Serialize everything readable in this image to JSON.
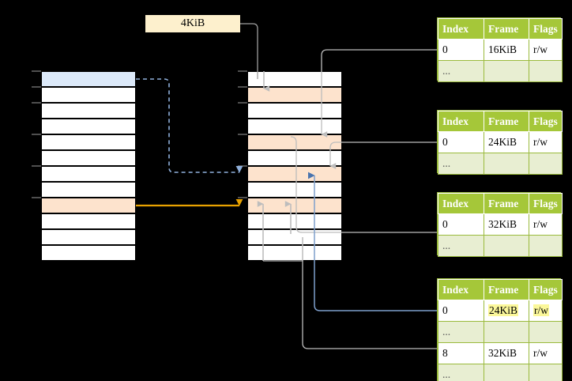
{
  "diagram": {
    "title": "page-table-walk",
    "callout": {
      "label": "4KiB"
    },
    "colors": {
      "header_green": "#a5c739",
      "row_alt_green": "#e8eed2",
      "highlight_blue": "#dce9f9",
      "highlight_peach": "#fde3cd",
      "highlight_yellow": "#fbf79a",
      "arrow_blue": "#4a74ae",
      "arrow_orange": "#e8a200",
      "arrow_gray": "#b3b3b3",
      "callout_bg": "#fdf0cd"
    },
    "virtual_column": {
      "name": "virtual-address-column",
      "row_count": 12,
      "rows": [
        {
          "index": 0,
          "fill": "blue"
        },
        {
          "index": 1,
          "fill": "white"
        },
        {
          "index": 2,
          "fill": "white"
        },
        {
          "index": 3,
          "fill": "white"
        },
        {
          "index": 4,
          "fill": "white"
        },
        {
          "index": 5,
          "fill": "white"
        },
        {
          "index": 6,
          "fill": "white"
        },
        {
          "index": 7,
          "fill": "white"
        },
        {
          "index": 8,
          "fill": "peach"
        },
        {
          "index": 9,
          "fill": "white"
        },
        {
          "index": 10,
          "fill": "white"
        },
        {
          "index": 11,
          "fill": "white"
        }
      ]
    },
    "physical_column": {
      "name": "physical-memory-column",
      "row_count": 12,
      "rows": [
        {
          "index": 0,
          "fill": "white"
        },
        {
          "index": 1,
          "fill": "peach"
        },
        {
          "index": 2,
          "fill": "white"
        },
        {
          "index": 3,
          "fill": "white"
        },
        {
          "index": 4,
          "fill": "peach"
        },
        {
          "index": 5,
          "fill": "white"
        },
        {
          "index": 6,
          "fill": "peach"
        },
        {
          "index": 7,
          "fill": "white"
        },
        {
          "index": 8,
          "fill": "peach"
        },
        {
          "index": 9,
          "fill": "white"
        },
        {
          "index": 10,
          "fill": "white"
        },
        {
          "index": 11,
          "fill": "white"
        }
      ]
    },
    "tables": [
      {
        "name": "pte-table-1",
        "headers": [
          "Index",
          "Frame",
          "Flags"
        ],
        "rows": [
          {
            "kind": "data",
            "cells": [
              "0",
              "16KiB",
              "r/w"
            ],
            "highlight": []
          },
          {
            "kind": "ellipsis",
            "cells": [
              "...",
              "",
              ""
            ],
            "highlight": []
          }
        ]
      },
      {
        "name": "pte-table-2",
        "headers": [
          "Index",
          "Frame",
          "Flags"
        ],
        "rows": [
          {
            "kind": "data",
            "cells": [
              "0",
              "24KiB",
              "r/w"
            ],
            "highlight": []
          },
          {
            "kind": "ellipsis",
            "cells": [
              "...",
              "",
              ""
            ],
            "highlight": []
          }
        ]
      },
      {
        "name": "pte-table-3",
        "headers": [
          "Index",
          "Frame",
          "Flags"
        ],
        "rows": [
          {
            "kind": "data",
            "cells": [
              "0",
              "32KiB",
              "r/w"
            ],
            "highlight": []
          },
          {
            "kind": "ellipsis",
            "cells": [
              "...",
              "",
              ""
            ],
            "highlight": []
          }
        ]
      },
      {
        "name": "pte-table-4",
        "headers": [
          "Index",
          "Frame",
          "Flags"
        ],
        "rows": [
          {
            "kind": "data",
            "cells": [
              "0",
              "24KiB",
              "r/w"
            ],
            "highlight": [
              1,
              2
            ]
          },
          {
            "kind": "ellipsis",
            "cells": [
              "...",
              "",
              ""
            ],
            "highlight": []
          },
          {
            "kind": "data",
            "cells": [
              "8",
              "32KiB",
              "r/w"
            ],
            "highlight": []
          },
          {
            "kind": "ellipsis",
            "cells": [
              "...",
              "",
              ""
            ],
            "highlight": []
          }
        ]
      }
    ]
  }
}
